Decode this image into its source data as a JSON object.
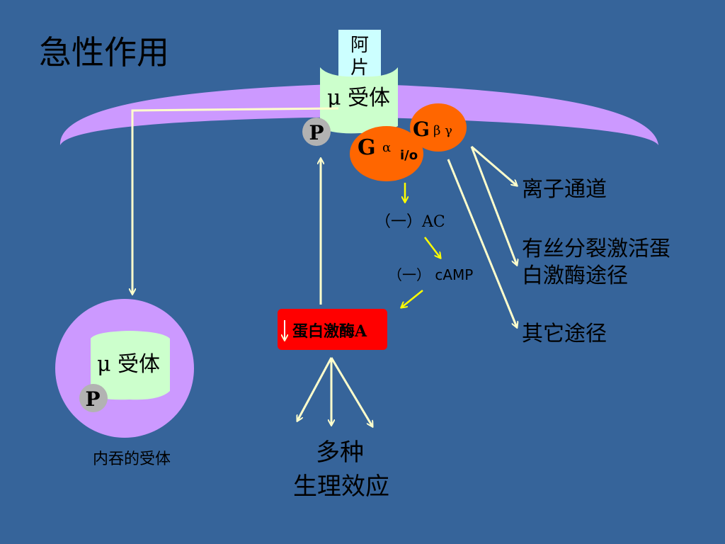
{
  "title": "急性作用",
  "opium_label": [
    "阿",
    "片"
  ],
  "receptor_label": "μ 受体",
  "p_label": "P",
  "g_beta_gamma": {
    "g": "G",
    "sub": "β γ"
  },
  "g_alpha": {
    "g": "G",
    "alpha": "α",
    "sub": "i/o"
  },
  "ac_label": "（一）AC",
  "camp_label": "（一） cAMP",
  "pka_label": "蛋白激酶A",
  "ion_channel": "离子通道",
  "mapk_line1": "有丝分裂激活蛋",
  "mapk_line2": "白激酶途径",
  "other_pathways": "其它途径",
  "effects_line1": "多种",
  "effects_line2": "生理效应",
  "internalized_receptor": "内吞的受体",
  "internal_receptor_label": "μ 受体",
  "internal_p_label": "P",
  "colors": {
    "background": "#36649a",
    "membrane": "#cc99ff",
    "receptor": "#ccffcc",
    "opium": "#ccffff",
    "g_protein": "#ff6600",
    "pka": "#ff0000",
    "phospho": "#b2b2b2",
    "arrow": "#ffffcc",
    "yellow_arrow": "#ffff00"
  }
}
